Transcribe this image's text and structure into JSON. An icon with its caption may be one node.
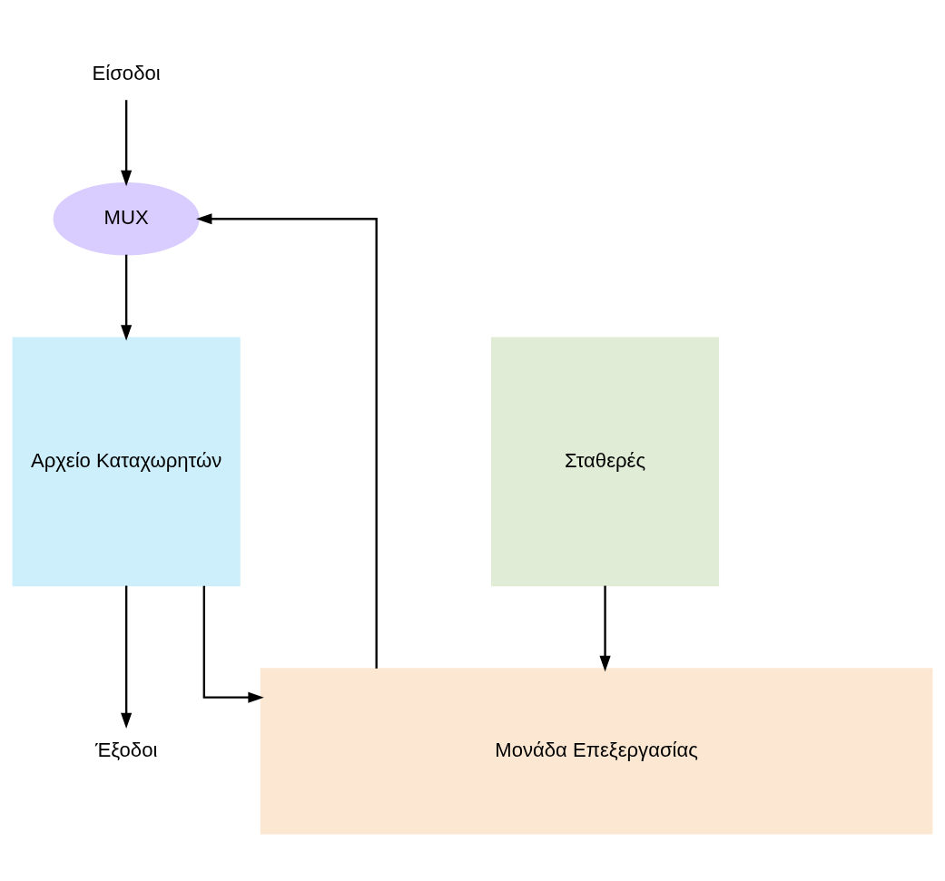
{
  "diagram": {
    "nodes": [
      {
        "text": [
          "Είσοδοι"
        ]
      },
      {
        "text": [
          "MUX"
        ]
      },
      {
        "text": [
          "Αρχείο Καταχωρητών"
        ]
      },
      {
        "text": [
          "Σταθερές"
        ]
      },
      {
        "text": [
          "Έξοδοι"
        ]
      },
      {
        "text": [
          "Μονάδα Επεξεργασίας"
        ]
      }
    ],
    "edges": [
      {
        "from": 0,
        "to": 1,
        "arrow": "to"
      },
      {
        "from": 5,
        "to": 1,
        "arrow": "to"
      },
      {
        "from": 1,
        "to": 2,
        "arrow": "to"
      },
      {
        "from": 2,
        "to": 4,
        "arrow": "to"
      },
      {
        "from": 2,
        "to": 5,
        "arrow": "to"
      },
      {
        "from": 3,
        "to": 5,
        "arrow": "to"
      }
    ]
  }
}
